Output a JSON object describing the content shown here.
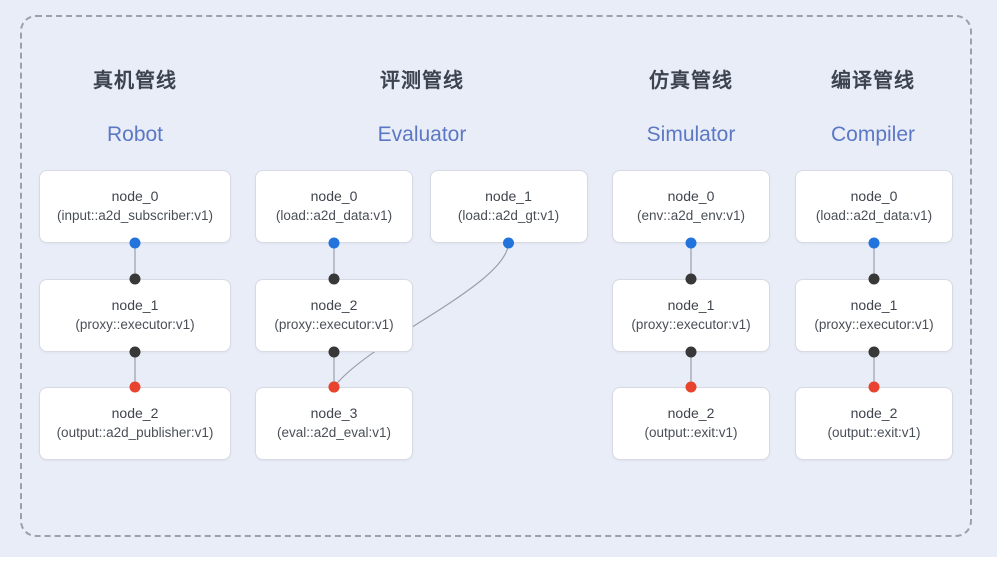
{
  "colors": {
    "background": "#e9edf8",
    "frame_border": "#9aa1ad",
    "node_bg": "#ffffff",
    "node_border": "#d7dae1",
    "edge_line": "#99a0ab",
    "port_blue": "#2273dc",
    "port_dark": "#383838",
    "port_red": "#e7432e",
    "title_zh_color": "#3d4450",
    "title_en_color": "#5c78c5"
  },
  "pipelines": [
    {
      "title_zh": "真机管线",
      "title_en": "Robot",
      "nodes": [
        {
          "name": "node_0",
          "type": "(input::a2d_subscriber:v1)"
        },
        {
          "name": "node_1",
          "type": "(proxy::executor:v1)"
        },
        {
          "name": "node_2",
          "type": "(output::a2d_publisher:v1)"
        }
      ],
      "edges": [
        {
          "from": 0,
          "to": 1,
          "from_port": "port_blue",
          "to_port": "port_dark",
          "curved": false
        },
        {
          "from": 1,
          "to": 2,
          "from_port": "port_dark",
          "to_port": "port_red",
          "curved": false
        }
      ]
    },
    {
      "title_zh": "评测管线",
      "title_en": "Evaluator",
      "nodes": [
        {
          "name": "node_0",
          "type": "(load::a2d_data:v1)"
        },
        {
          "name": "node_1",
          "type": "(load::a2d_gt:v1)"
        },
        {
          "name": "node_2",
          "type": "(proxy::executor:v1)"
        },
        {
          "name": "node_3",
          "type": "(eval::a2d_eval:v1)"
        }
      ],
      "edges": [
        {
          "from": 0,
          "to": 2,
          "from_port": "port_blue",
          "to_port": "port_dark",
          "curved": false
        },
        {
          "from": 2,
          "to": 3,
          "from_port": "port_dark",
          "to_port": "port_red",
          "curved": false
        },
        {
          "from": 1,
          "to": 3,
          "from_port": "port_blue",
          "to_port": "port_red",
          "curved": true
        }
      ]
    },
    {
      "title_zh": "仿真管线",
      "title_en": "Simulator",
      "nodes": [
        {
          "name": "node_0",
          "type": "(env::a2d_env:v1)"
        },
        {
          "name": "node_1",
          "type": "(proxy::executor:v1)"
        },
        {
          "name": "node_2",
          "type": "(output::exit:v1)"
        }
      ],
      "edges": [
        {
          "from": 0,
          "to": 1,
          "from_port": "port_blue",
          "to_port": "port_dark",
          "curved": false
        },
        {
          "from": 1,
          "to": 2,
          "from_port": "port_dark",
          "to_port": "port_red",
          "curved": false
        }
      ]
    },
    {
      "title_zh": "编译管线",
      "title_en": "Compiler",
      "nodes": [
        {
          "name": "node_0",
          "type": "(load::a2d_data:v1)"
        },
        {
          "name": "node_1",
          "type": "(proxy::executor:v1)"
        },
        {
          "name": "node_2",
          "type": "(output::exit:v1)"
        }
      ],
      "edges": [
        {
          "from": 0,
          "to": 1,
          "from_port": "port_blue",
          "to_port": "port_dark",
          "curved": false
        },
        {
          "from": 1,
          "to": 2,
          "from_port": "port_dark",
          "to_port": "port_red",
          "curved": false
        }
      ]
    }
  ]
}
